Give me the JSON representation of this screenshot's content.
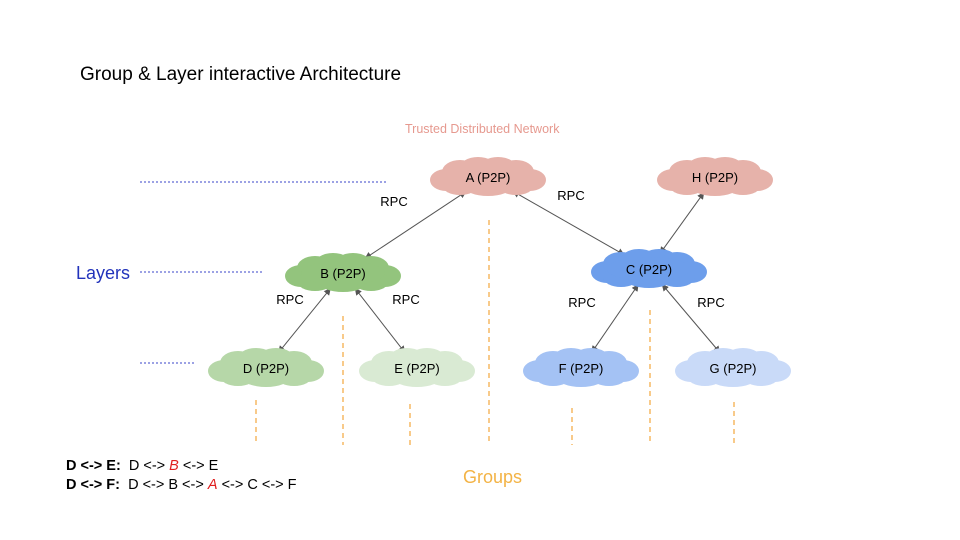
{
  "title": "Group & Layer interactive Architecture",
  "network_label": "Trusted Distributed Network",
  "layers_label": "Layers",
  "groups_label": "Groups",
  "colors": {
    "network_label": "#e6998f",
    "layers_label": "#2233bb",
    "groups_label": "#f3b345",
    "dotted_line": "#3a45c8",
    "group_line": "#f3a63c",
    "arrow": "#555555",
    "highlight": "#e02020"
  },
  "nodes": [
    {
      "id": "A",
      "label": "A (P2P)",
      "fill": "#e6b2aa"
    },
    {
      "id": "H",
      "label": "H (P2P)",
      "fill": "#e6b2aa"
    },
    {
      "id": "B",
      "label": "B (P2P)",
      "fill": "#93c47d"
    },
    {
      "id": "C",
      "label": "C (P2P)",
      "fill": "#6d9eeb"
    },
    {
      "id": "D",
      "label": "D (P2P)",
      "fill": "#b6d7a8"
    },
    {
      "id": "E",
      "label": "E (P2P)",
      "fill": "#d9ead3"
    },
    {
      "id": "F",
      "label": "F (P2P)",
      "fill": "#a4c2f4"
    },
    {
      "id": "G",
      "label": "G (P2P)",
      "fill": "#c9daf8"
    }
  ],
  "edges": [
    {
      "from": "A",
      "to": "B",
      "label": "RPC"
    },
    {
      "from": "A",
      "to": "C",
      "label": "RPC"
    },
    {
      "from": "C",
      "to": "H",
      "label": ""
    },
    {
      "from": "B",
      "to": "D",
      "label": "RPC"
    },
    {
      "from": "B",
      "to": "E",
      "label": "RPC"
    },
    {
      "from": "C",
      "to": "F",
      "label": "RPC"
    },
    {
      "from": "C",
      "to": "G",
      "label": "RPC"
    }
  ],
  "routes": [
    {
      "key": "D <-> E",
      "sep": ":",
      "parts": [
        "D <->",
        "B",
        "<-> E"
      ]
    },
    {
      "key": "D <-> F",
      "sep": ":",
      "parts": [
        "D <-> B <->",
        "A",
        "<-> C <-> F"
      ]
    }
  ]
}
